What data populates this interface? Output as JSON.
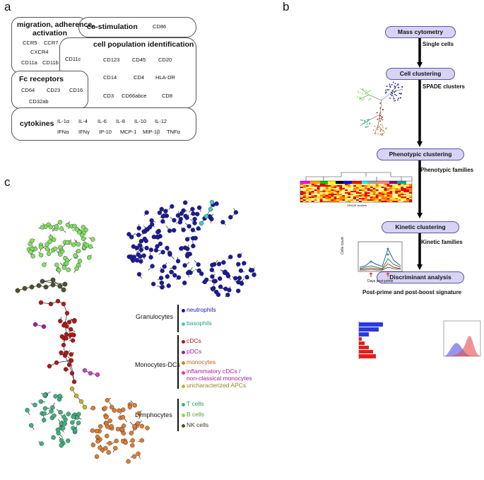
{
  "panel_a": {
    "letter": "a",
    "migration": {
      "title_line1": "migration, adherence,",
      "title_line2": "activation",
      "markers": [
        "CCR5",
        "CCR7",
        "CXCR4",
        "CD11a",
        "CD11b"
      ]
    },
    "costim": {
      "title": "co-stimulation",
      "markers": [
        "CD86"
      ]
    },
    "cd11c": "CD11c",
    "cpi": {
      "title": "cell population identification",
      "markers": [
        "CD123",
        "CD45",
        "CD20",
        "CD14",
        "CD4",
        "HLA-DR",
        "CD3",
        "CD66abce",
        "CD8"
      ]
    },
    "fc": {
      "title": "Fc receptors",
      "markers": [
        "CD64",
        "CD23",
        "CD32ab"
      ]
    },
    "cd16": "CD16",
    "cytokines": {
      "title": "cytokines",
      "row1": [
        "IL-1α",
        "IL-4",
        "IL-6",
        "IL-8",
        "IL-10",
        "IL-12"
      ],
      "row2": [
        "IFNα",
        "IFNγ",
        "IP-10",
        "MCP-1",
        "MIP-1β",
        "TNFα"
      ]
    }
  },
  "panel_b": {
    "letter": "b",
    "steps": [
      {
        "title": "Mass cytometry",
        "sub": "Single cells"
      },
      {
        "title": "Cell clustering",
        "sub": "SPADE clusters"
      },
      {
        "title": "Phenotypic clustering",
        "sub": "Phenotypic families"
      },
      {
        "title": "Kinetic clustering",
        "sub": "Kinetic families"
      },
      {
        "title": "Discriminant analysis",
        "sub": "Post-prime and post-boost signature"
      }
    ],
    "kinetic_ylabel": "Cells count",
    "kinetic_xlabel": "Days post-prime",
    "heatmap_label": "SPADE clusters"
  },
  "panel_c": {
    "letter": "c",
    "groups": [
      {
        "name": "Granulocytes",
        "items": [
          {
            "label": "neutrophils",
            "color": "#1a1a9c"
          },
          {
            "label": "basophils",
            "color": "#3fd0c0"
          }
        ]
      },
      {
        "name": "Monocytes-DCs",
        "items": [
          {
            "label": "cDCs",
            "color": "#b01818"
          },
          {
            "label": "pDCs",
            "color": "#a020a0"
          },
          {
            "label": "monocytes",
            "color": "#e07a30"
          },
          {
            "label": "inflammatory cDCs /",
            "color": "#d040c0"
          },
          {
            "label": "non-classical monocytes",
            "color": ""
          },
          {
            "label": "uncharacterized APCs",
            "color": "#c8b030"
          }
        ]
      },
      {
        "name": "Lymphocytes",
        "items": [
          {
            "label": "T cells",
            "color": "#40b080"
          },
          {
            "label": "B cells",
            "color": "#80e060"
          },
          {
            "label": "NK cells",
            "color": "#505030"
          }
        ]
      }
    ]
  },
  "colors": {
    "pill_fill": "#d6d3f4",
    "pill_border": "#5a55a3",
    "neutrophils": "#1a1a9c",
    "basophils": "#3fd0c0",
    "cdc": "#b01818",
    "pdc": "#a020a0",
    "mono": "#e07a30",
    "infl": "#d040c0",
    "uapc": "#c8b030",
    "tcell": "#40b080",
    "bcell": "#80e060",
    "nk": "#505030"
  }
}
